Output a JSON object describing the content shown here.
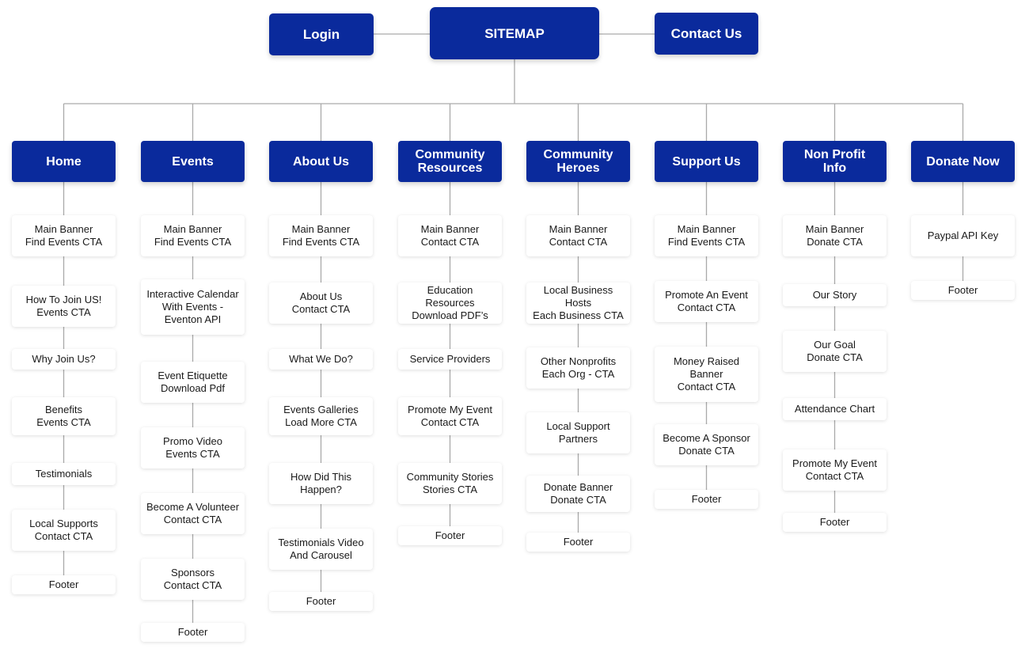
{
  "sitemap": {
    "root": "SITEMAP",
    "side_left": "Login",
    "side_right": "Contact Us",
    "columns": [
      {
        "title": "Home",
        "items": [
          "Main Banner\nFind Events CTA",
          "How To Join US!\nEvents CTA",
          "Why Join Us?",
          "Benefits\nEvents CTA",
          "Testimonials",
          "Local Supports\nContact CTA",
          "Footer"
        ]
      },
      {
        "title": "Events",
        "items": [
          "Main Banner\nFind Events CTA",
          "Interactive Calendar\nWith Events -\nEventon API",
          "Event Etiquette\nDownload Pdf",
          "Promo Video\nEvents CTA",
          "Become A Volunteer\nContact CTA",
          "Sponsors\nContact CTA",
          "Footer"
        ]
      },
      {
        "title": "About Us",
        "items": [
          "Main Banner\nFind Events CTA",
          "About Us\nContact CTA",
          "What We Do?",
          "Events Galleries\nLoad More CTA",
          "How Did This\nHappen?",
          "Testimonials Video\nAnd Carousel",
          "Footer"
        ]
      },
      {
        "title": "Community\nResources",
        "items": [
          "Main Banner\nContact CTA",
          "Education Resources\nDownload PDF’s",
          "Service Providers",
          "Promote My Event\nContact CTA",
          "Community Stories\nStories CTA",
          "Footer"
        ]
      },
      {
        "title": "Community\nHeroes",
        "items": [
          "Main Banner\nContact CTA",
          "Local Business Hosts\nEach Business CTA",
          "Other Nonprofits\nEach Org - CTA",
          "Local Support\nPartners",
          "Donate Banner\nDonate CTA",
          "Footer"
        ]
      },
      {
        "title": "Support Us",
        "items": [
          "Main Banner\nFind Events CTA",
          "Promote An Event\nContact CTA",
          "Money Raised\nBanner\nContact CTA",
          "Become A Sponsor\nDonate CTA",
          "Footer"
        ]
      },
      {
        "title": "Non Profit\nInfo",
        "items": [
          "Main Banner\nDonate CTA",
          "Our Story",
          "Our Goal\nDonate CTA",
          "Attendance Chart",
          "Promote My Event\nContact CTA",
          "Footer"
        ]
      },
      {
        "title": "Donate Now",
        "items": [
          "Paypal API Key",
          "Footer"
        ]
      }
    ]
  },
  "colors": {
    "node_fill": "#0a2a9c",
    "connector": "#aaaaaa"
  }
}
